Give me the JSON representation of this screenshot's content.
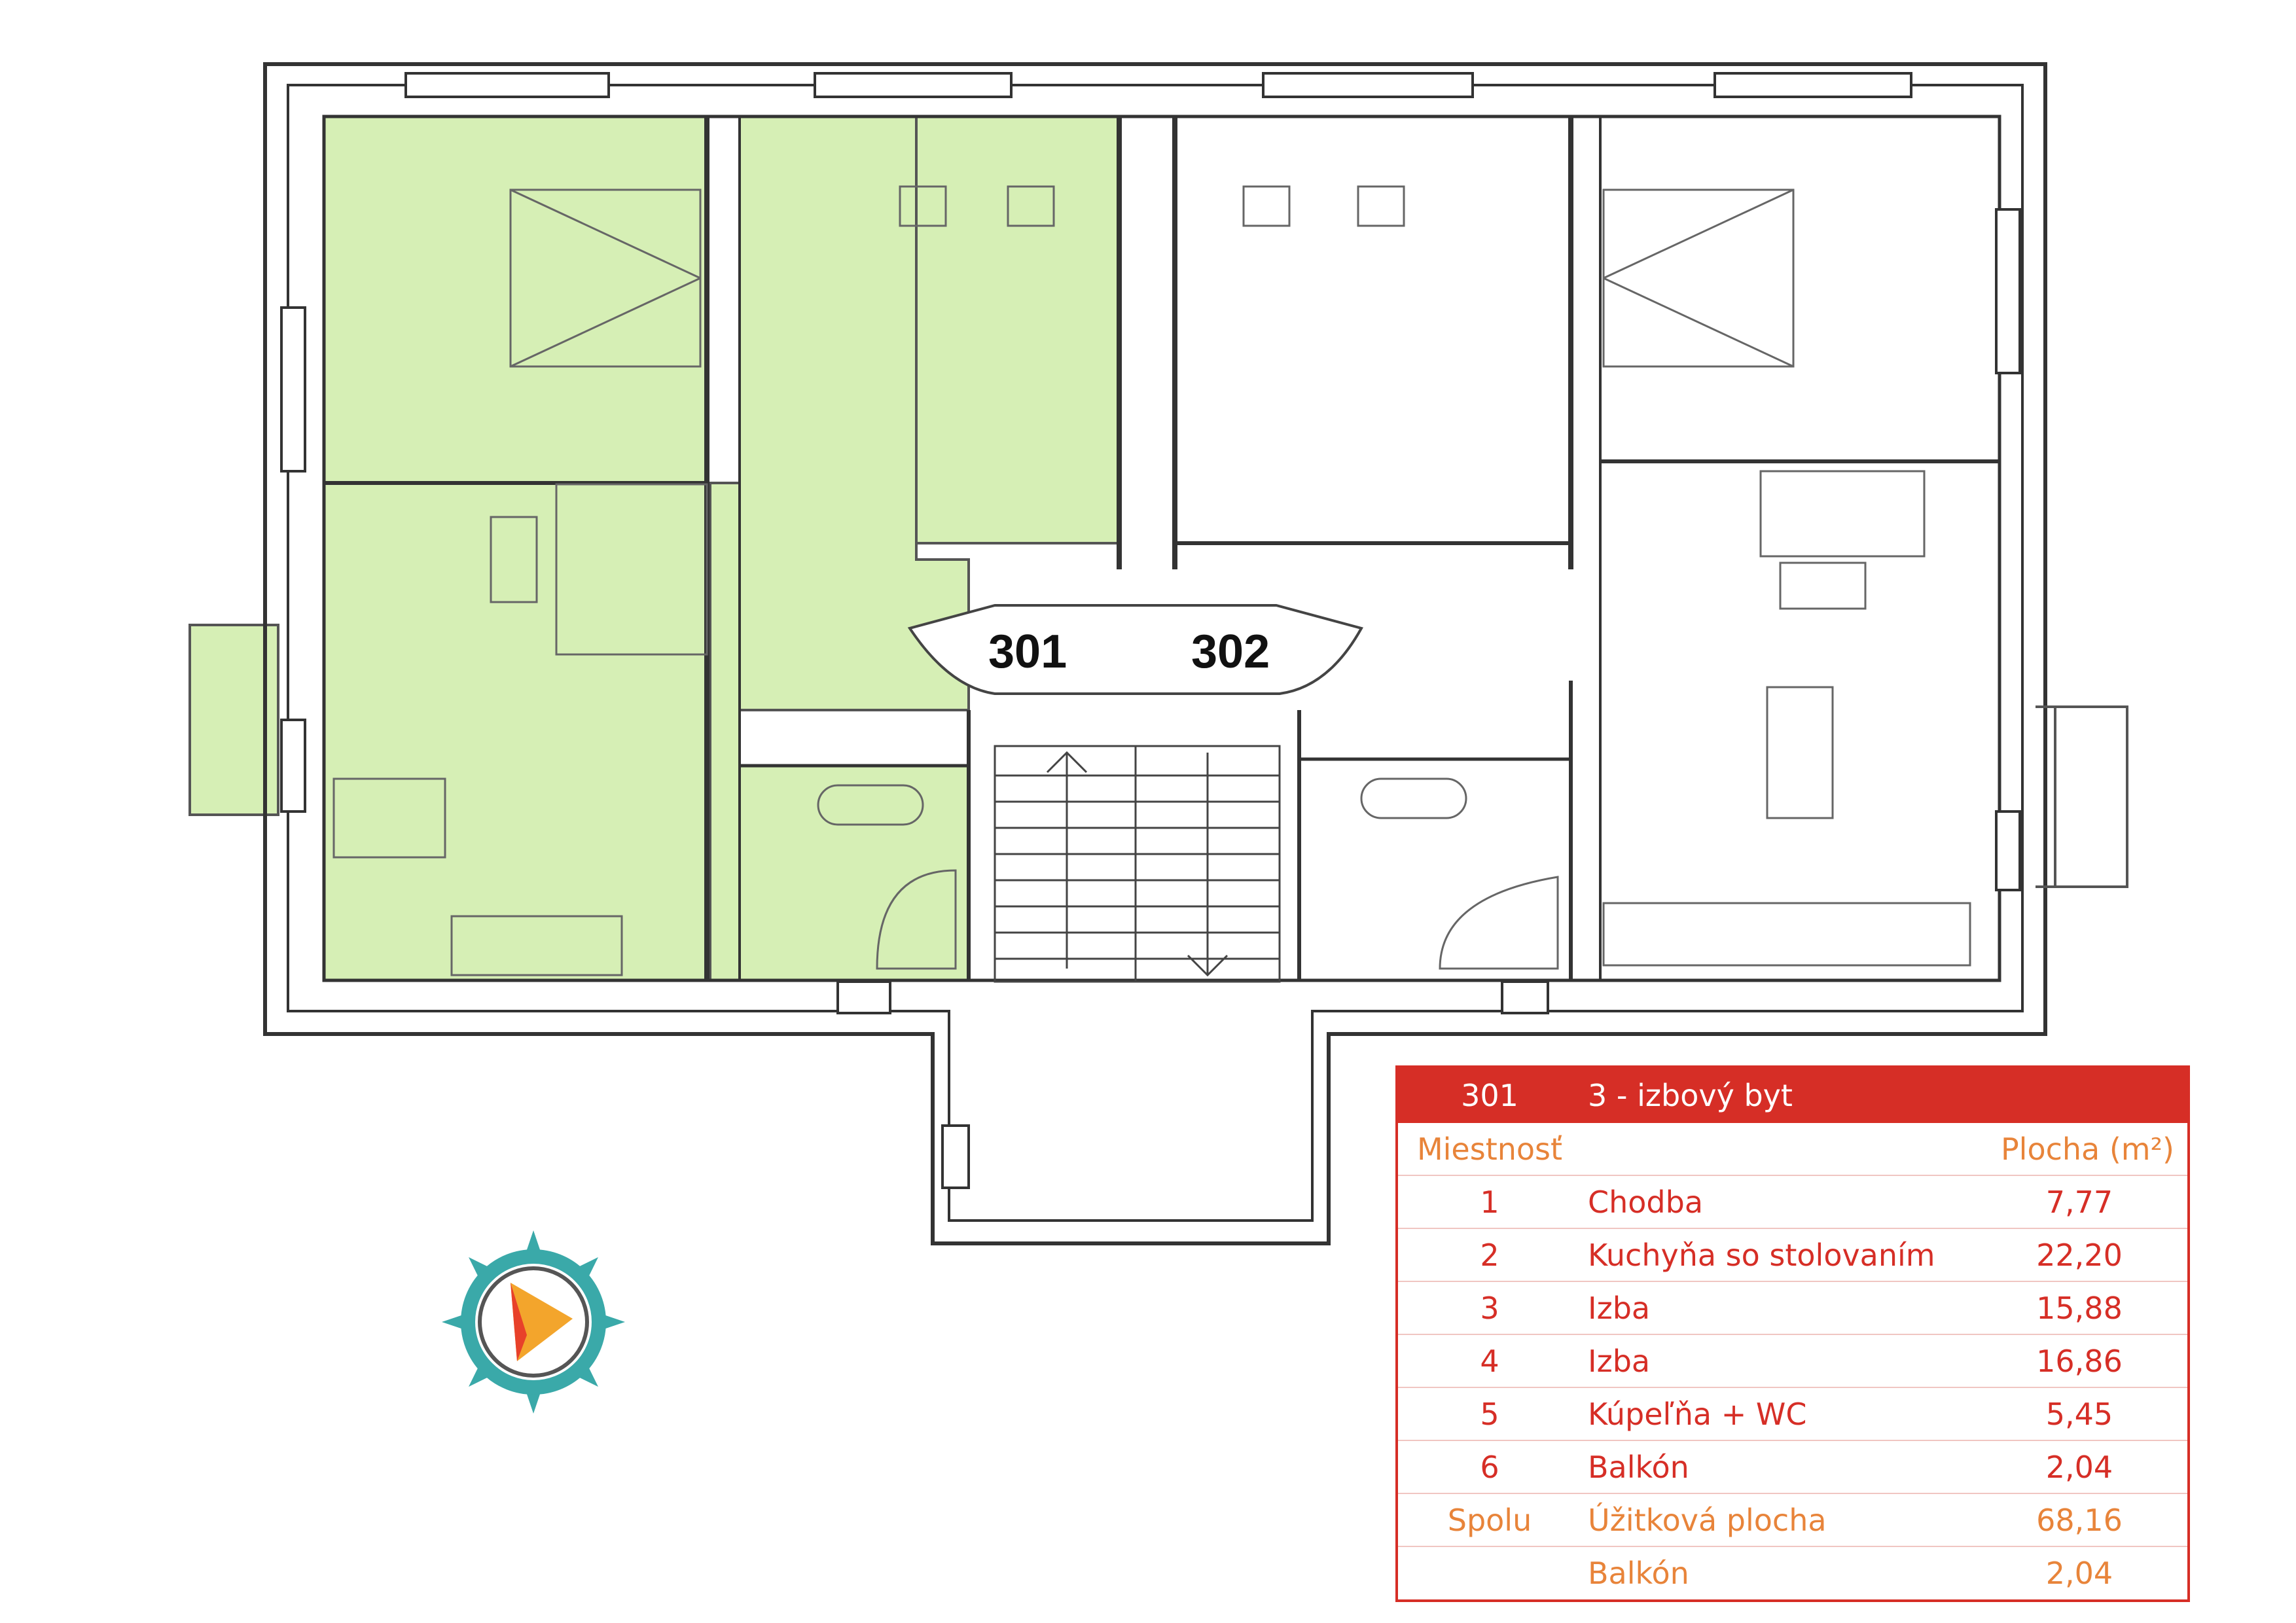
{
  "units": {
    "left": "301",
    "right": "302"
  },
  "colors": {
    "accent": "#d62e26",
    "orange": "#e8843a",
    "room_fill": "#d6efb5",
    "compass": "#3aa9a9"
  },
  "compass": {
    "icon": "compass-rose-icon"
  },
  "table": {
    "header": {
      "unit": "301",
      "type": "3 - izbový byt"
    },
    "columns": {
      "room": "Miestnosť",
      "area": "Plocha (m²)"
    },
    "rows": [
      {
        "no": "1",
        "name": "Chodba",
        "area": "7,77"
      },
      {
        "no": "2",
        "name": "Kuchyňa so stolovaním",
        "area": "22,20"
      },
      {
        "no": "3",
        "name": "Izba",
        "area": "15,88"
      },
      {
        "no": "4",
        "name": "Izba",
        "area": "16,86"
      },
      {
        "no": "5",
        "name": "Kúpeľňa + WC",
        "area": "5,45"
      },
      {
        "no": "6",
        "name": "Balkón",
        "area": "2,04"
      }
    ],
    "total": {
      "label": "Spolu",
      "name": "Úžitková plocha",
      "area": "68,16"
    },
    "balcony": {
      "name": "Balkón",
      "area": "2,04"
    }
  }
}
